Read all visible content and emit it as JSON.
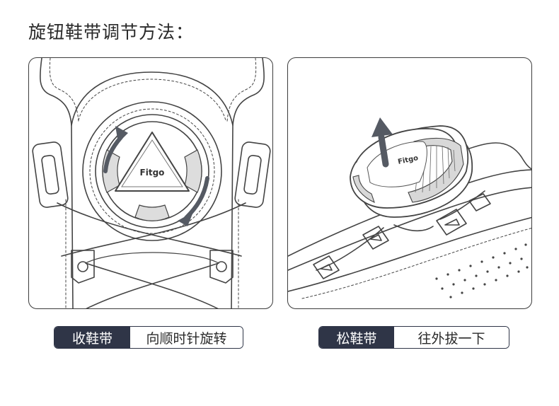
{
  "title": "旋钮鞋带调节方法：",
  "illustrations": {
    "left": {
      "logo_text": "Fitgo",
      "arrow_icon": "rotate-clockwise-arrows"
    },
    "right": {
      "logo_text": "Fitgo",
      "arrow_icon": "pull-up-arrow"
    }
  },
  "labels": {
    "tighten": {
      "action": "收鞋带",
      "instruction": "向顺时针旋转"
    },
    "loosen": {
      "action": "松鞋带",
      "instruction": "往外拔一下"
    }
  },
  "colors": {
    "label_dark": "#2f3547",
    "line": "#3c3c3c",
    "arrow": "#555a63"
  }
}
